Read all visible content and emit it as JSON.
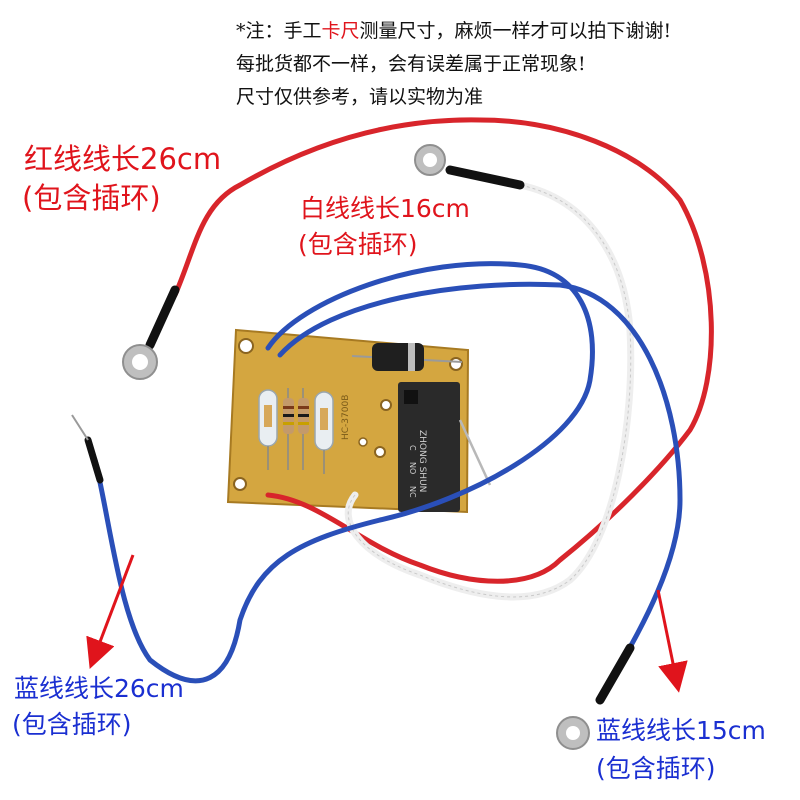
{
  "notice": {
    "line1_prefix": "*注：手工",
    "line1_highlight": "卡尺",
    "line1_suffix": "测量尺寸，麻烦一样才可以拍下谢谢!",
    "line2": "每批货都不一样，会有误差属于正常现象!",
    "line3": "尺寸仅供参考，请以实物为准"
  },
  "labels": {
    "red_wire": {
      "title": "红线线长26cm",
      "note": "(包含插环)"
    },
    "white_wire": {
      "title": "白线线长16cm",
      "note": "(包含插环)"
    },
    "blue_wire_long": {
      "title": "蓝线线长26cm",
      "note": "(包含插环)"
    },
    "blue_wire_short": {
      "title": "蓝线线长15cm",
      "note": "(包含插环)"
    }
  },
  "board": {
    "pcb_text": "HC-3700B",
    "switch_text": [
      "ZHONG SHUN",
      "C",
      "NO",
      "NC"
    ]
  },
  "colors": {
    "wire_red": "#d8252b",
    "wire_white": "#f2f2f2",
    "wire_blue": "#2a4fb8",
    "pcb": "#d4a640",
    "switch_body": "#2a2a2a",
    "text_red": "#e0141c",
    "text_blue": "#1a2fd1"
  }
}
